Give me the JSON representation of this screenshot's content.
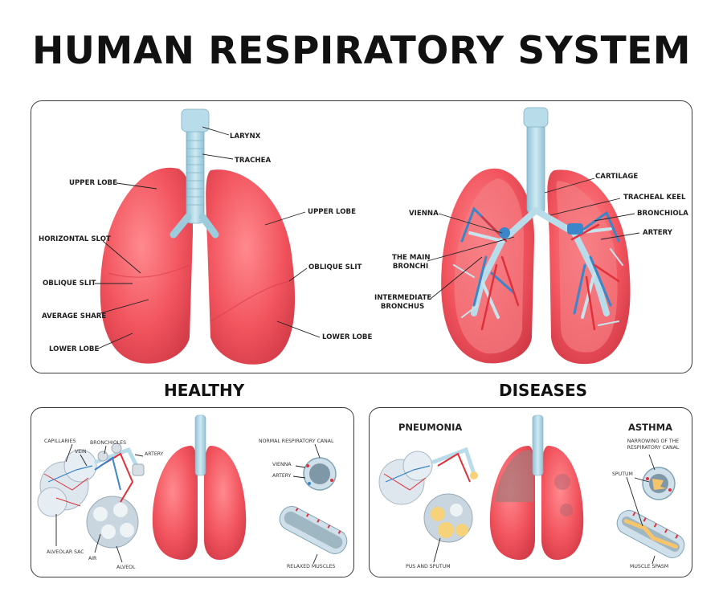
{
  "title": "HUMAN RESPIRATORY SYSTEM",
  "anatomy": {
    "larynx": "LARYNX",
    "trachea": "TRACHEA",
    "upper_lobe_left": "UPPER LOBE",
    "horizontal_slot": "HORIZONTAL SLOT",
    "oblique_slit_left": "OBLIQUE SLIT",
    "average_share": "AVERAGE SHARE",
    "lower_lobe_left": "LOWER LOBE",
    "upper_lobe_right": "UPPER LOBE",
    "oblique_slit_right": "OBLIQUE SLIT",
    "lower_lobe_right": "LOWER LOBE"
  },
  "bronchi": {
    "cartilage": "CARTILAGE",
    "tracheal_keel": "TRACHEAL KEEL",
    "bronchiola": "BRONCHIOLA",
    "artery": "ARTERY",
    "vienna": "VIENNA",
    "main_bronchi_1": "THE MAIN",
    "main_bronchi_2": "BRONCHI",
    "intermediate_1": "INTERMEDIATE",
    "intermediate_2": "BRONCHUS"
  },
  "healthy": {
    "heading": "HEALTHY",
    "capillaries": "CAPILLARIES",
    "vein": "VEIN",
    "bronchioles": "BRONCHIOLES",
    "artery": "ARTERY",
    "alveolar_sac": "ALVEOLAR SAC",
    "air": "AIR",
    "alveol": "ALVEOL",
    "normal_canal": "NORMAL RESPIRATORY CANAL",
    "vienna": "VIENNA",
    "artery_canal": "ARTERY",
    "relaxed_muscles": "RELAXED MUSCLES"
  },
  "diseases": {
    "heading": "DISEASES",
    "pneumonia": "PNEUMONIA",
    "asthma": "ASTHMA",
    "narrowing_1": "NARROWING OF THE",
    "narrowing_2": "RESPIRATORY CANAL",
    "sputum": "SPUTUM",
    "pus_sputum": "PUS AND SPUTUM",
    "muscle_spasm": "MUSCLE SPASM"
  },
  "colors": {
    "lung": "#f2545e",
    "lung_dark": "#d63a47",
    "trachea": "#a9d4e4",
    "vein": "#3b86c8",
    "artery": "#e0303a",
    "outline": "#3a3a3a"
  }
}
